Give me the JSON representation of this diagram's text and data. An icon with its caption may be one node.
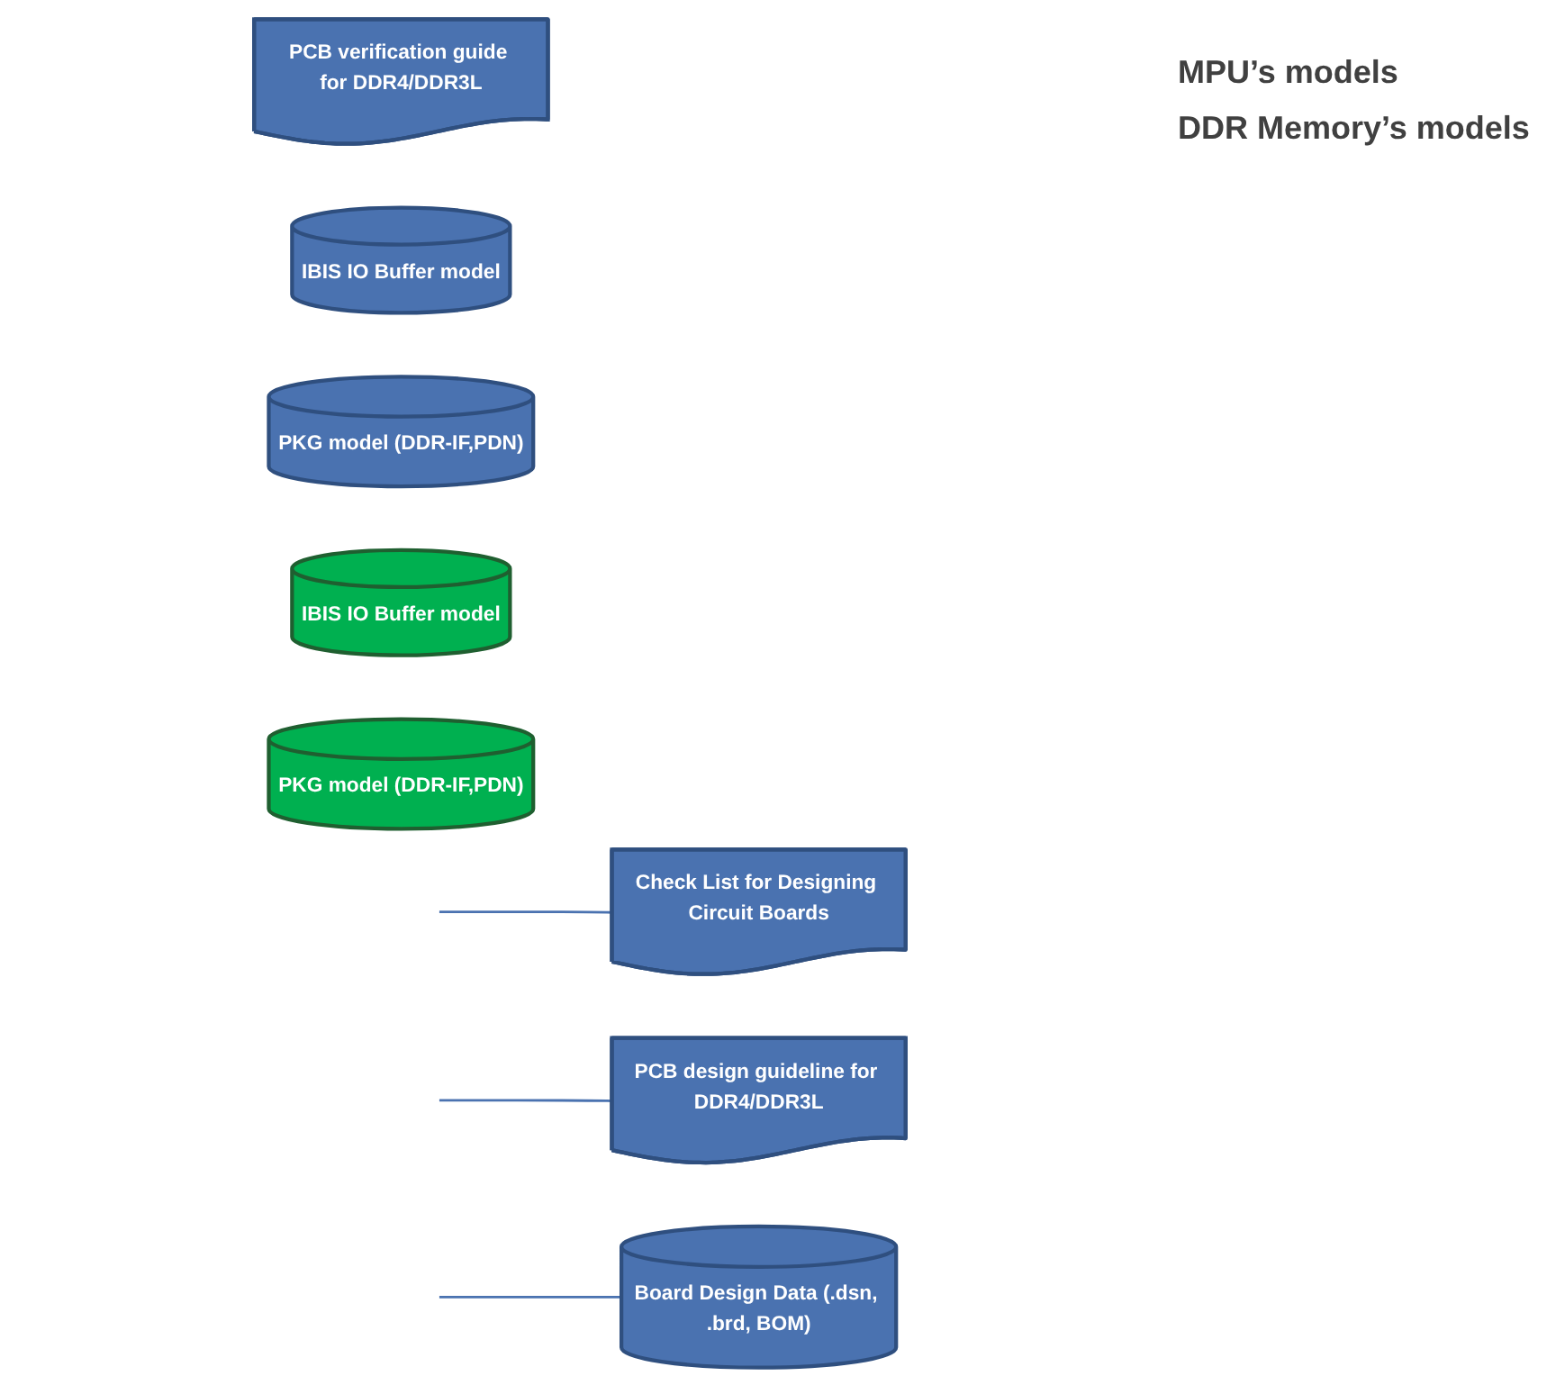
{
  "diagram": {
    "nodes": [
      {
        "text": [
          "Check List for Designing Circuit Boards"
        ]
      },
      {
        "text": [
          "PCB design guideline for DDR4/DDR3L"
        ]
      },
      {
        "text": [
          "Board Design Data (.dsn, .brd, BOM)"
        ]
      },
      {
        "text": [
          "PCB verification guide for DDR4/DDR3L"
        ]
      },
      {
        "text": [
          "IBIS IO Buffer model"
        ]
      },
      {
        "text": [
          "PKG model (DDR-IF,PDN)"
        ]
      },
      {
        "text": [
          "IBIS IO Buffer model"
        ]
      },
      {
        "text": [
          "PKG model (DDR-IF,PDN)"
        ]
      }
    ],
    "edges": [
      {
        "from": null,
        "to": 0,
        "arrow": "none"
      },
      {
        "from": null,
        "to": 1,
        "arrow": "none"
      },
      {
        "from": null,
        "to": 2,
        "arrow": "none"
      }
    ],
    "labels": [
      "MPU’s models",
      "DDR Memory’s models"
    ]
  }
}
